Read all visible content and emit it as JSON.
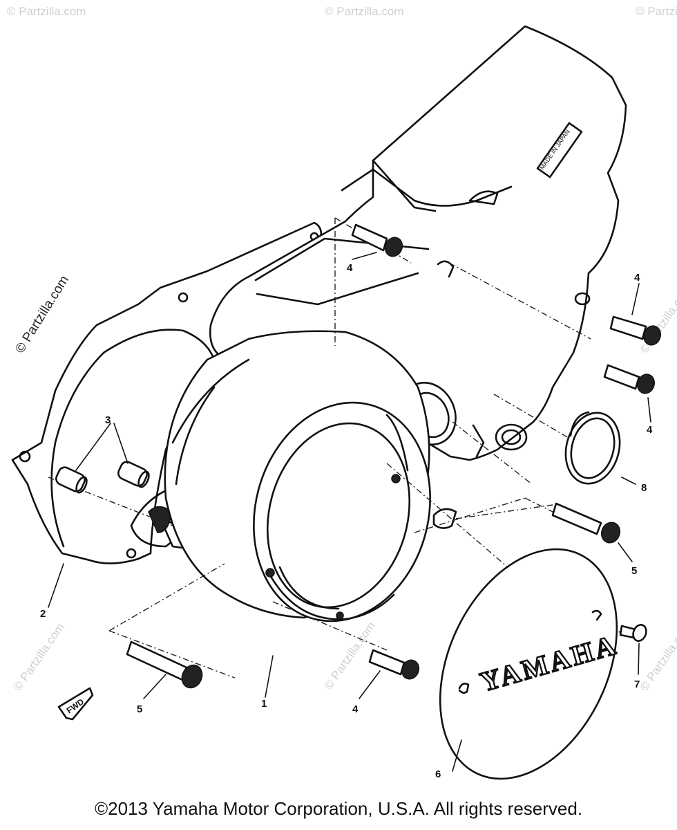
{
  "watermark": {
    "site": "© Partzilla.com"
  },
  "labels": {
    "made_in_japan": "MADE IN JAPAN",
    "fwd": "FWD",
    "cover_logo": "YAMAHA"
  },
  "callouts": [
    {
      "id": "1",
      "text": "1"
    },
    {
      "id": "2",
      "text": "2"
    },
    {
      "id": "3",
      "text": "3"
    },
    {
      "id": "4",
      "text": "4"
    },
    {
      "id": "5",
      "text": "5"
    },
    {
      "id": "6",
      "text": "6"
    },
    {
      "id": "7",
      "text": "7"
    },
    {
      "id": "8",
      "text": "8"
    }
  ],
  "footer": {
    "copyright": "©2013 Yamaha Motor Corporation, U.S.A. All rights reserved."
  }
}
